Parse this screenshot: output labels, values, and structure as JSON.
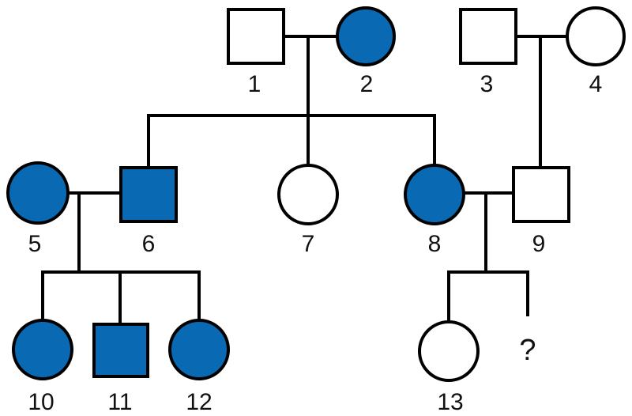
{
  "colors": {
    "affected": "#0a69b3",
    "unaffected": "#ffffff",
    "outline": "#000000"
  },
  "individuals": [
    {
      "id": "1",
      "label": "1",
      "sex": "male",
      "affected": false
    },
    {
      "id": "2",
      "label": "2",
      "sex": "female",
      "affected": true
    },
    {
      "id": "3",
      "label": "3",
      "sex": "male",
      "affected": false
    },
    {
      "id": "4",
      "label": "4",
      "sex": "female",
      "affected": false
    },
    {
      "id": "5",
      "label": "5",
      "sex": "female",
      "affected": true
    },
    {
      "id": "6",
      "label": "6",
      "sex": "male",
      "affected": true
    },
    {
      "id": "7",
      "label": "7",
      "sex": "female",
      "affected": false
    },
    {
      "id": "8",
      "label": "8",
      "sex": "female",
      "affected": true
    },
    {
      "id": "9",
      "label": "9",
      "sex": "male",
      "affected": false
    },
    {
      "id": "10",
      "label": "10",
      "sex": "female",
      "affected": true
    },
    {
      "id": "11",
      "label": "11",
      "sex": "male",
      "affected": true
    },
    {
      "id": "12",
      "label": "12",
      "sex": "female",
      "affected": true
    },
    {
      "id": "13",
      "label": "13",
      "sex": "female",
      "affected": false
    }
  ],
  "unknown_child": {
    "label": "?"
  },
  "matings": [
    [
      "1",
      "2"
    ],
    [
      "3",
      "4"
    ],
    [
      "5",
      "6"
    ],
    [
      "8",
      "9"
    ]
  ]
}
